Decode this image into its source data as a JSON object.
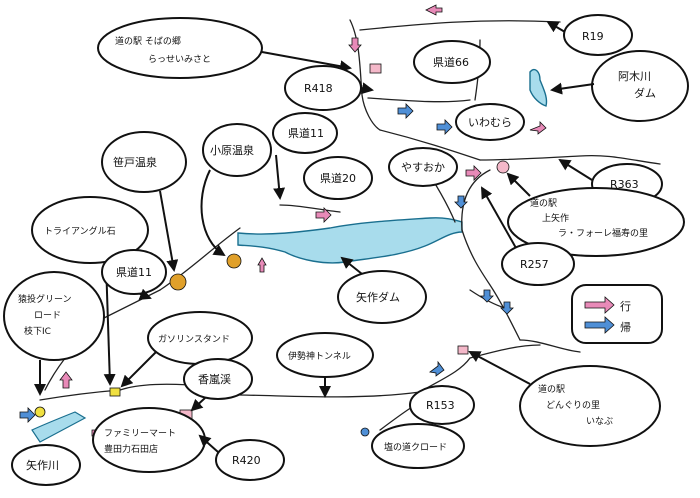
{
  "labels": {
    "michinoeki_sobanosato": [
      "道の駅 そばの郷",
      "らっせいみさと"
    ],
    "r19": "R19",
    "r418": "R418",
    "kendo66": "県道66",
    "agigawa_dam": [
      "阿木川",
      "ダム"
    ],
    "iwamura": "いわむら",
    "yasuoka": "やすおか",
    "sasado_onsen": "笹戸温泉",
    "obara_onsen": "小原温泉",
    "kendo11_top": "県道11",
    "kendo20": "県道20",
    "r363": "R363",
    "michinoeki_kamiyahagi": [
      "道の駅",
      "上矢作",
      "ラ・フォーレ福寿の里"
    ],
    "triangle_ikari": "トライアングル石",
    "kendo11_left": "県道11",
    "r257": "R257",
    "yahagi_dam": "矢作ダム",
    "sanage_green_road": [
      "猿投グリーン",
      "ロード",
      "枝下IC"
    ],
    "gasoline_stand": "ガソリンスタンド",
    "igami_tunnel": "伊勢神トンネル",
    "kourankei": "香嵐渓",
    "r153": "R153",
    "michinoeki_donguri": [
      "道の駅",
      "どんぐりの里",
      "いなぶ"
    ],
    "yahagigawa": "矢作川",
    "familymart": [
      "ファミリーマート",
      "豊田力石田店"
    ],
    "r420": "R420",
    "shiokurod": "塩の道クロード"
  },
  "legend": {
    "go_label": "行",
    "return_label": "帰"
  },
  "colors": {
    "river": "#a8dcec",
    "river_edge": "#1a6f8f",
    "arrow_go": "#e88ab8",
    "arrow_return": "#4f8fd6",
    "onsen": "#e0a02a",
    "station_pink": "#f4b8c9",
    "station_yellow": "#f0e040",
    "hill_green": "#33a05a"
  },
  "icons": [
    "onsen-icon",
    "michinoeki-icon",
    "hot-spring-icon"
  ]
}
